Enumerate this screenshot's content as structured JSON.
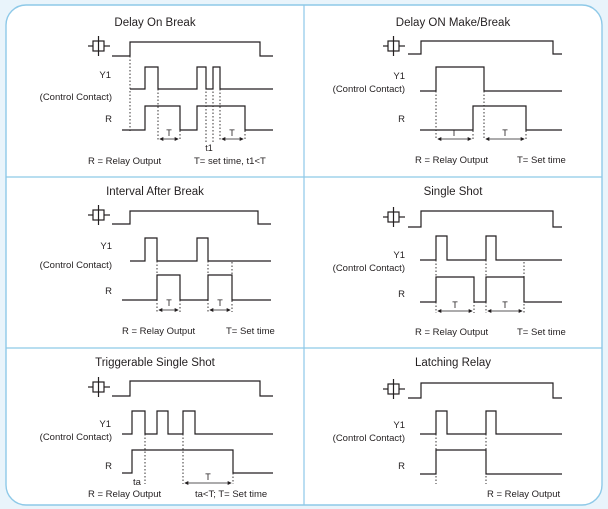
{
  "colors": {
    "background": "#e9f4fb",
    "panel": "#ffffff",
    "frame_border": "#8ec9e8",
    "ink": "#231f20"
  },
  "panels": [
    {
      "title": "Delay On Break",
      "y1_label": "Y1",
      "y1_sub": "(Control Contact)",
      "r_label": "R",
      "timing_marks": [
        "T",
        "T"
      ],
      "extra_mark": "t1",
      "caption_left": "R = Relay Output",
      "caption_right": "T= set time, t1<T"
    },
    {
      "title": "Delay ON Make/Break",
      "y1_label": "Y1",
      "y1_sub": "(Control Contact)",
      "r_label": "R",
      "timing_marks": [
        "T",
        "T"
      ],
      "caption_left": "R = Relay Output",
      "caption_right": "T= Set time"
    },
    {
      "title": "Interval After Break",
      "y1_label": "Y1",
      "y1_sub": "(Control Contact)",
      "r_label": "R",
      "timing_marks": [
        "T",
        "T"
      ],
      "caption_left": "R = Relay Output",
      "caption_right": "T= Set time"
    },
    {
      "title": "Single Shot",
      "y1_label": "Y1",
      "y1_sub": "(Control Contact)",
      "r_label": "R",
      "timing_marks": [
        "T",
        "T"
      ],
      "caption_left": "R = Relay Output",
      "caption_right": "T= Set time"
    },
    {
      "title": "Triggerable Single Shot",
      "y1_label": "Y1",
      "y1_sub": "(Control Contact)",
      "r_label": "R",
      "timing_marks": [
        "T"
      ],
      "extra_mark": "ta",
      "caption_left": "R = Relay Output",
      "caption_right": "ta<T; T= Set time"
    },
    {
      "title": "Latching Relay",
      "y1_label": "Y1",
      "y1_sub": "(Control Contact)",
      "r_label": "R",
      "timing_marks": [],
      "caption_left": "",
      "caption_right": "R = Relay Output"
    }
  ]
}
